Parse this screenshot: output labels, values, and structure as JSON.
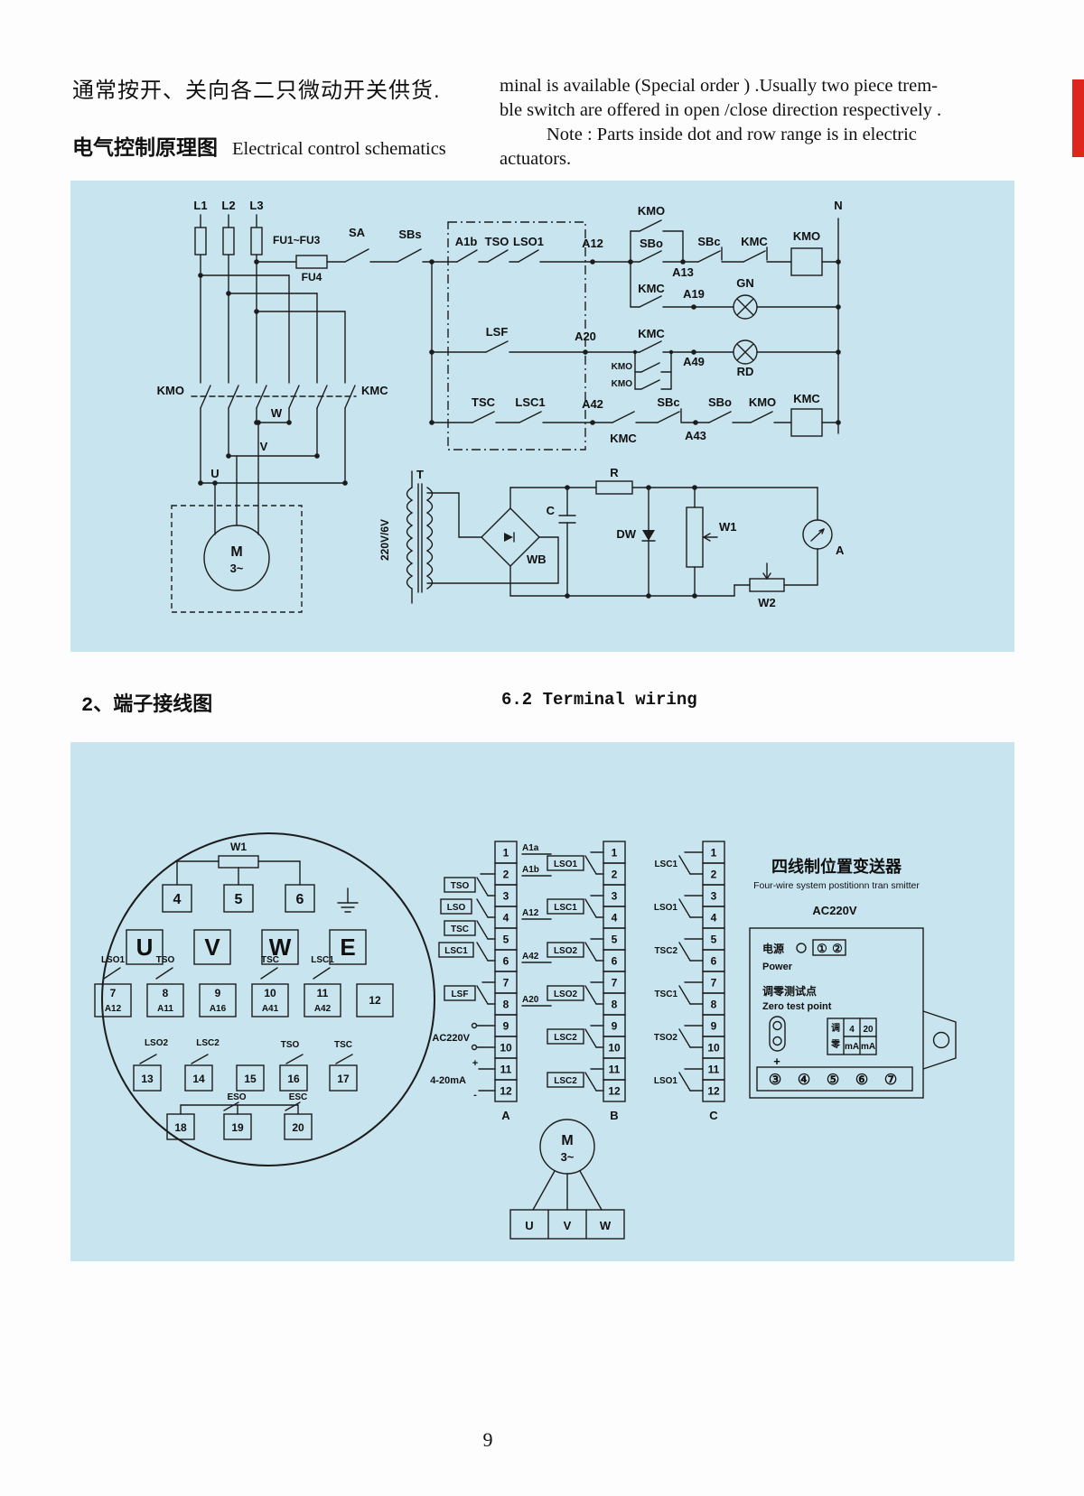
{
  "page": {
    "number": "9"
  },
  "colors": {
    "panel_bg": "#c8e4ee",
    "accent_red": "#e0251c",
    "ink": "#1c1c1c"
  },
  "intro": {
    "cn": "通常按开、关向各二只微动开关供货.",
    "en1": "minal is available (Special order ) .Usually two piece trem-",
    "en2": "ble switch are offered in open /close direction respectively .",
    "en3": "Note : Parts inside dot and row  range  is  in electric",
    "en4": "actuators."
  },
  "sec1": {
    "cn": "电气控制原理图",
    "en": "Electrical control schematics"
  },
  "sec2": {
    "cn": "2、端子接线图",
    "en": "6.2 Terminal wiring"
  },
  "sch": {
    "L1": "L1",
    "L2": "L2",
    "L3": "L3",
    "FU13": "FU1~FU3",
    "FU4": "FU4",
    "SA": "SA",
    "SBs": "SBs",
    "A1b": "A1b",
    "TSO": "TSO",
    "LSO1": "LSO1",
    "A12": "A12",
    "KMO_t": "KMO",
    "SBo": "SBo",
    "A13": "A13",
    "SBc": "SBc",
    "KMC_t": "KMC",
    "KMO_coil": "KMO",
    "N": "N",
    "KMC_r2": "KMC",
    "A19": "A19",
    "GN": "GN",
    "LSF": "LSF",
    "A20": "A20",
    "KMC_r3": "KMC",
    "A49": "A49",
    "RD": "RD",
    "KMO_r3a": "KMO",
    "KMO_r3b": "KMO",
    "TSC": "TSC",
    "LSC1": "LSC1",
    "A42": "A42",
    "KMC_r4": "KMC",
    "SBc2": "SBc",
    "A43": "A43",
    "SBo2": "SBo",
    "KMO_r4": "KMO",
    "KMC_coil": "KMC",
    "KMO_m": "KMO",
    "KMC_m": "KMC",
    "U": "U",
    "V": "V",
    "W": "W",
    "M": "M",
    "M3": "3~",
    "T": "T",
    "V220": "220V/6V",
    "WB": "WB",
    "C": "C",
    "R": "R",
    "DW": "DW",
    "W1": "W1",
    "W2": "W2",
    "A": "A"
  },
  "wir": {
    "W1": "W1",
    "n4": "4",
    "n5": "5",
    "n6": "6",
    "U": "U",
    "V": "V",
    "W": "W",
    "E": "E",
    "t7": "7",
    "t7a": "A12",
    "t8": "8",
    "t8a": "A11",
    "t9": "9",
    "t9a": "A16",
    "t10": "10",
    "t10a": "A41",
    "t11": "11",
    "t11a": "A42",
    "t12": "12",
    "sw_LSO1": "LSO1",
    "sw_TSO": "TSO",
    "sw_TSC": "TSC",
    "sw_LSC1": "LSC1",
    "sw_LSO2": "LSO2",
    "sw_LSC2": "LSC2",
    "sw_TSO_b": "TSO",
    "sw_TSC_b": "TSC",
    "t13": "13",
    "t14": "14",
    "t15": "15",
    "t16": "16",
    "t17": "17",
    "sw_ESO": "ESO",
    "sw_ESC": "ESC",
    "t18": "18",
    "t19": "19",
    "t20": "20",
    "stripA": {
      "name": "A",
      "cells": [
        "1",
        "2",
        "3",
        "4",
        "5",
        "6",
        "7",
        "8",
        "9",
        "10",
        "11",
        "12"
      ],
      "r1": "A1a",
      "r2": "A1b",
      "r4": "A12",
      "r6": "A42",
      "r8": "A20",
      "lTSO": "TSO",
      "lLSO": "LSO",
      "lTSC": "TSC",
      "lLSC1": "LSC1",
      "lLSF": "LSF",
      "lAC": "AC220V",
      "l420": "4-20mA",
      "plus": "+",
      "minus": "-"
    },
    "stripB": {
      "name": "B",
      "cells": [
        "1",
        "2",
        "3",
        "4",
        "5",
        "6",
        "7",
        "8",
        "9",
        "10",
        "11",
        "12"
      ],
      "s1": "LSO1",
      "s2": "LSC1",
      "s3": "LSO2",
      "s4": "LSO2",
      "s5": "LSC2",
      "s6": "LSC2"
    },
    "stripC": {
      "name": "C",
      "cells": [
        "1",
        "2",
        "3",
        "4",
        "5",
        "6",
        "7",
        "8",
        "9",
        "10",
        "11",
        "12"
      ],
      "s1": "LSC1",
      "s2": "LSO1",
      "s3": "TSC2",
      "s4": "TSC1",
      "s5": "TSO2",
      "s6": "LSO1"
    },
    "tx": {
      "title_cn": "四线制位置变送器",
      "title_en": "Four-wire system postitionn tran smitter",
      "ac": "AC220V",
      "power_cn": "电源",
      "power_en": "Power",
      "zero_cn": "调零测试点",
      "zero_en": "Zero test point",
      "c1": "①",
      "c2": "②",
      "c3": "③",
      "c4": "④",
      "c5": "⑤",
      "c6": "⑥",
      "c7": "⑦",
      "plus": "+",
      "tbl_zero1": "调",
      "tbl_zero2": "零",
      "tbl_4": "4",
      "tbl_20": "20",
      "tbl_ma1": "mA",
      "tbl_ma2": "mA"
    },
    "M": "M",
    "M3": "3~",
    "mU": "U",
    "mV": "V",
    "mW": "W"
  }
}
